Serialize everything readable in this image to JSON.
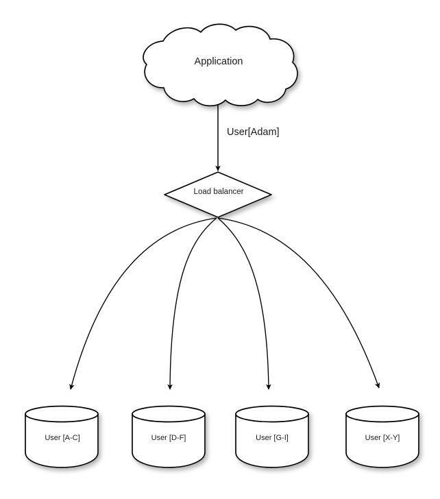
{
  "diagram": {
    "title_node": {
      "id": "application-cloud",
      "shape": "cloud",
      "label": "Application"
    },
    "balancer_node": {
      "id": "load-balancer",
      "shape": "diamond",
      "label": "Load balancer"
    },
    "edges": [
      {
        "id": "app-to-balancer",
        "from": "application-cloud",
        "to": "load-balancer",
        "label": "User[Adam]",
        "style": "straight-arrow"
      },
      {
        "id": "balancer-to-db-1",
        "from": "load-balancer",
        "to": "db-1",
        "label": "",
        "style": "curved-arrow"
      },
      {
        "id": "balancer-to-db-2",
        "from": "load-balancer",
        "to": "db-2",
        "label": "",
        "style": "curved-arrow"
      },
      {
        "id": "balancer-to-db-3",
        "from": "load-balancer",
        "to": "db-3",
        "label": "",
        "style": "curved-arrow"
      },
      {
        "id": "balancer-to-db-4",
        "from": "load-balancer",
        "to": "db-4",
        "label": "",
        "style": "curved-arrow"
      }
    ],
    "databases": [
      {
        "id": "db-1",
        "shape": "cylinder",
        "label": "User [A-C]"
      },
      {
        "id": "db-2",
        "shape": "cylinder",
        "label": "User [D-F]"
      },
      {
        "id": "db-3",
        "shape": "cylinder",
        "label": "User [G-I]"
      },
      {
        "id": "db-4",
        "shape": "cylinder",
        "label": "User [X-Y]"
      }
    ],
    "colors": {
      "background": "#ffffff",
      "shape_fill": "#ffffff",
      "stroke": "#000000",
      "text": "#1a1a1a",
      "shadow": "#b8b8b8"
    }
  }
}
